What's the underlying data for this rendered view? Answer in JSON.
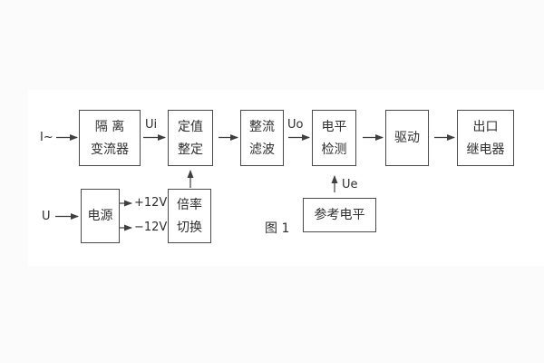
{
  "figure": {
    "caption": "图 1"
  },
  "colors": {
    "line": "#3f3f3f",
    "text": "#2f2f2f",
    "background": "#fbfbfb",
    "panel": "#ffffff"
  },
  "boxes": {
    "isolation": {
      "line1": "隔 离",
      "line2": "变流器"
    },
    "setting": {
      "line1": "定值",
      "line2": "整定"
    },
    "rectifier": {
      "line1": "整流",
      "line2": "滤波"
    },
    "level": {
      "line1": "电平",
      "line2": "检测"
    },
    "drive": {
      "line1": "驱动"
    },
    "relay": {
      "line1": "出口",
      "line2": "继电器"
    },
    "power": {
      "line1": "电源"
    },
    "multiplier": {
      "line1": "倍率",
      "line2": "切换"
    },
    "reference": {
      "line1": "参考电平"
    }
  },
  "labels": {
    "input_current": "I~",
    "input_voltage": "U",
    "ui": "Ui",
    "uo": "Uo",
    "ue": "Ue",
    "plus12": "+12V",
    "minus12": "−12V"
  }
}
